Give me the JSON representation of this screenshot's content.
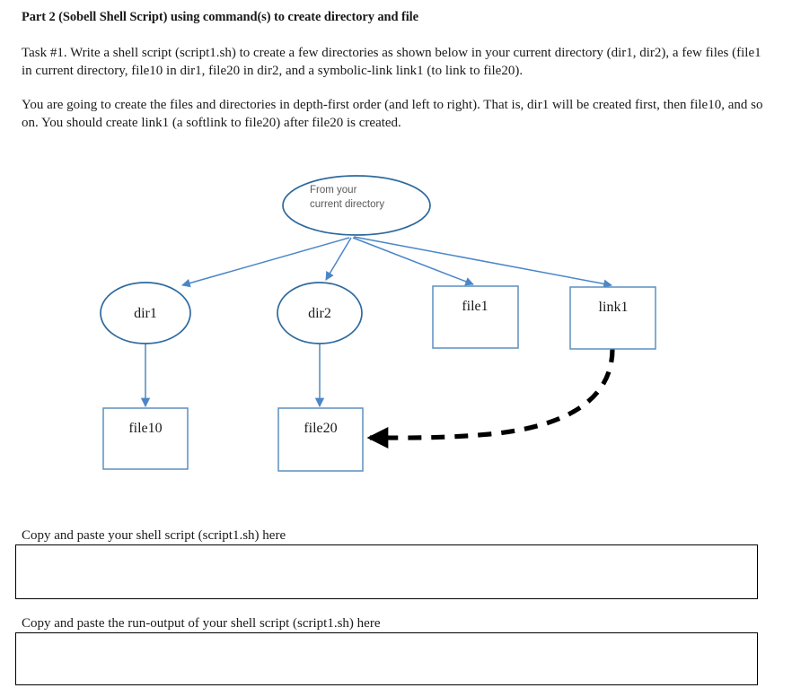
{
  "document": {
    "heading": "Part 2 (Sobell Shell Script) using command(s) to create directory and file",
    "paragraph_1": "Task #1. Write a shell script (script1.sh) to create a few directories as shown below in your current directory (dir1, dir2), a few files (file1 in current directory, file10 in dir1, file20 in dir2, and a symbolic-link link1 (to link to file20).",
    "paragraph_2": "You are going to create the files and directories in depth-first order (and left to right). That is, dir1 will be created first, then file10, and so on. You should create link1 (a softlink to file20) after file20 is created."
  },
  "diagram": {
    "colors": {
      "ellipse_stroke": "#2E6A9E",
      "box_stroke": "#5B8FC0",
      "arrow_blue": "#4A86C8",
      "arrow_dashed": "#000000"
    },
    "nodes": {
      "root": {
        "shape": "ellipse",
        "label_line_1": "From your",
        "label_line_2": "current directory"
      },
      "dir1": {
        "shape": "ellipse",
        "label": "dir1"
      },
      "dir2": {
        "shape": "ellipse",
        "label": "dir2"
      },
      "file1": {
        "shape": "rectangle",
        "label": "file1"
      },
      "link1": {
        "shape": "rectangle",
        "label": "link1"
      },
      "file10": {
        "shape": "rectangle",
        "label": "file10"
      },
      "file20": {
        "shape": "rectangle",
        "label": "file20"
      }
    },
    "edges": [
      {
        "from": "root",
        "to": "dir1",
        "style": "solid"
      },
      {
        "from": "root",
        "to": "dir2",
        "style": "solid"
      },
      {
        "from": "root",
        "to": "file1",
        "style": "solid"
      },
      {
        "from": "root",
        "to": "link1",
        "style": "solid"
      },
      {
        "from": "dir1",
        "to": "file10",
        "style": "solid"
      },
      {
        "from": "dir2",
        "to": "file20",
        "style": "solid"
      },
      {
        "from": "link1",
        "to": "file20",
        "style": "dashed"
      }
    ]
  },
  "answers": {
    "script_label": "Copy and paste your shell script (script1.sh) here",
    "script_value": "",
    "output_label": "Copy and paste the run-output of your shell script (script1.sh) here",
    "output_value": ""
  }
}
